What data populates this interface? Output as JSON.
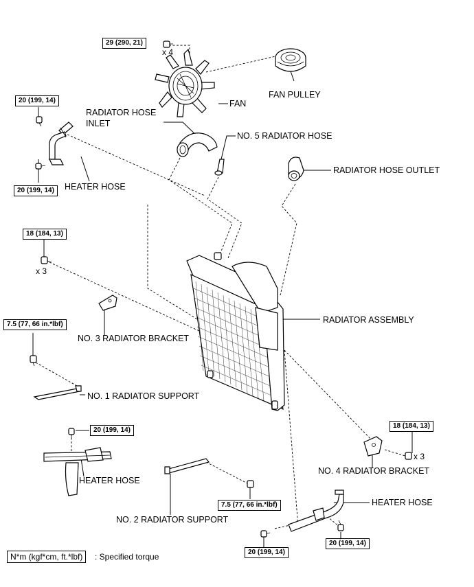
{
  "torque_specs": {
    "fan_bolt": "29 (290, 21)",
    "heater_hose_upper_top": "20 (199, 14)",
    "heater_hose_upper_bottom": "20 (199, 14)",
    "no3_bracket_bolt": "18 (184, 13)",
    "no1_support_bolt": "7.5 (77, 66 in.*lbf)",
    "heater_hose_lower_left": "20 (199, 14)",
    "no2_support_bolt": "7.5 (77, 66 in.*lbf)",
    "heater_hose_right_left": "20 (199, 14)",
    "heater_hose_right_right": "20 (199, 14)",
    "no4_bracket_bolt": "18 (184, 13)"
  },
  "quantities": {
    "fan_bolt": "x 4",
    "no3_bracket_bolt": "x 3",
    "no4_bracket_bolt": "x 3"
  },
  "labels": {
    "fan_pulley": "FAN PULLEY",
    "fan": "FAN",
    "radiator_hose_inlet_1": "RADIATOR HOSE",
    "radiator_hose_inlet_2": "INLET",
    "no5_radiator_hose": "NO. 5 RADIATOR HOSE",
    "radiator_hose_outlet": "RADIATOR HOSE OUTLET",
    "heater_hose_upper": "HEATER HOSE",
    "radiator_assembly": "RADIATOR ASSEMBLY",
    "no3_radiator_bracket": "NO. 3 RADIATOR BRACKET",
    "no1_radiator_support": "NO. 1 RADIATOR SUPPORT",
    "heater_hose_lower": "HEATER HOSE",
    "no4_radiator_bracket": "NO. 4 RADIATOR BRACKET",
    "heater_hose_right": "HEATER HOSE",
    "no2_radiator_support": "NO. 2 RADIATOR SUPPORT"
  },
  "legend": {
    "unit": "N*m (kgf*cm, ft.*lbf)",
    "description": ": Specified torque"
  }
}
